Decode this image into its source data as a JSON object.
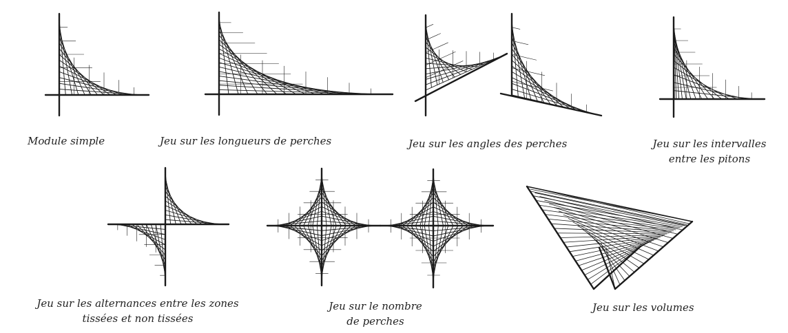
{
  "figure": {
    "ink_color": "#1a1a1a",
    "panels": [
      {
        "id": "module-simple",
        "caption": [
          "Module simple"
        ]
      },
      {
        "id": "longueurs",
        "caption": [
          "Jeu sur les longueurs de perches"
        ]
      },
      {
        "id": "angles",
        "caption": [
          "Jeu sur les angles des perches"
        ]
      },
      {
        "id": "intervalles",
        "caption": [
          "Jeu sur les intervalles",
          "entre les pitons"
        ]
      },
      {
        "id": "alternances",
        "caption": [
          "Jeu sur les alternances entre les zones",
          "tissées et non tissées"
        ]
      },
      {
        "id": "nombre",
        "caption": [
          "Jeu sur le nombre",
          "de perches"
        ]
      },
      {
        "id": "volumes",
        "caption": [
          "Jeu sur les volumes"
        ]
      }
    ]
  }
}
